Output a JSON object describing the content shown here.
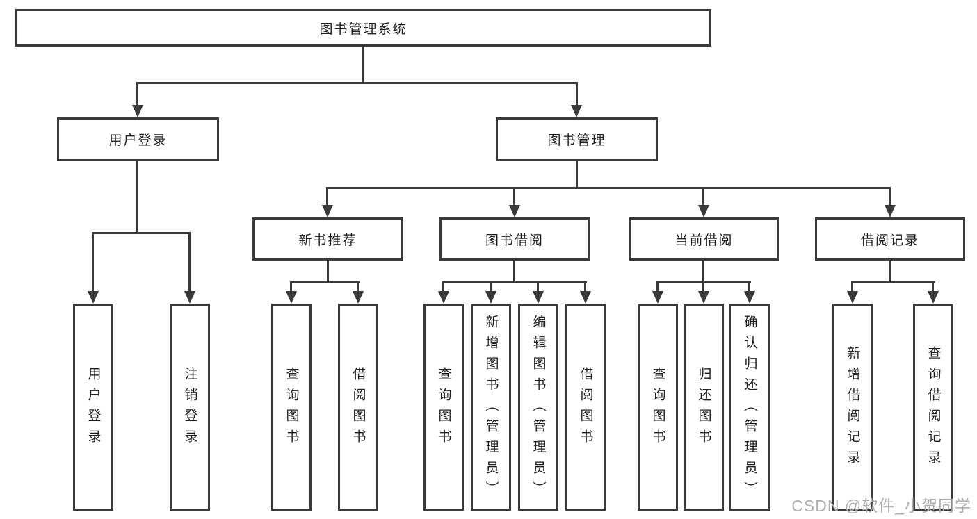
{
  "tree": {
    "root": "图书管理系统",
    "children": [
      {
        "label": "用户登录",
        "children": [
          "用户登录",
          "注销登录"
        ]
      },
      {
        "label": "图书管理",
        "children": [
          {
            "label": "新书推荐",
            "children": [
              "查询图书",
              "借阅图书"
            ]
          },
          {
            "label": "图书借阅",
            "children": [
              "查询图书",
              "新增图书（管理员）",
              "编辑图书（管理员）",
              "借阅图书"
            ]
          },
          {
            "label": "当前借阅",
            "children": [
              "查询图书",
              "归还图书",
              "确认归还（管理员）"
            ]
          },
          {
            "label": "借阅记录",
            "children": [
              "新增借阅记录",
              "查询借阅记录"
            ]
          }
        ]
      }
    ]
  },
  "watermark": {
    "text": "CSDN @软件_小贺同学"
  },
  "colors": {
    "line": "#3a3a3a",
    "text": "#1f1f1f",
    "watermark": "#aeaeae"
  }
}
